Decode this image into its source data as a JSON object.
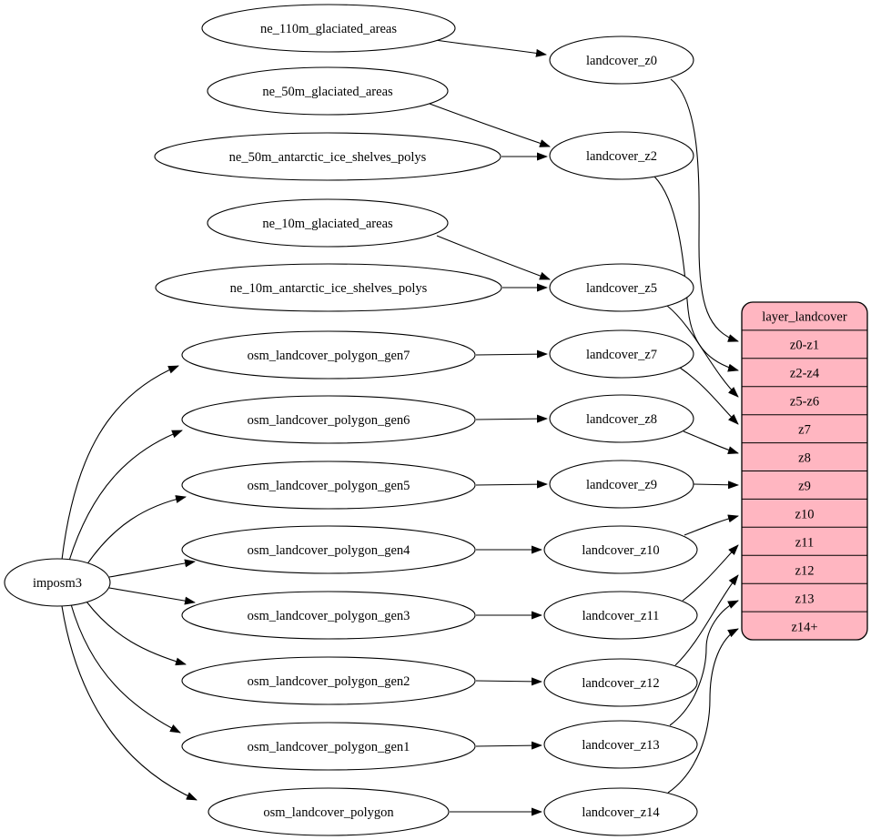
{
  "colors": {
    "background": "#ffffff",
    "node_fill": "#ffffff",
    "stroke": "#000000",
    "table_fill": "#ffb6c1"
  },
  "nodes": {
    "imposm3": "imposm3",
    "ne110": "ne_110m_glaciated_areas",
    "ne50g": "ne_50m_glaciated_areas",
    "ne50a": "ne_50m_antarctic_ice_shelves_polys",
    "ne10g": "ne_10m_glaciated_areas",
    "ne10a": "ne_10m_antarctic_ice_shelves_polys",
    "gen7": "osm_landcover_polygon_gen7",
    "gen6": "osm_landcover_polygon_gen6",
    "gen5": "osm_landcover_polygon_gen5",
    "gen4": "osm_landcover_polygon_gen4",
    "gen3": "osm_landcover_polygon_gen3",
    "gen2": "osm_landcover_polygon_gen2",
    "gen1": "osm_landcover_polygon_gen1",
    "poly": "osm_landcover_polygon",
    "z0": "landcover_z0",
    "z2": "landcover_z2",
    "z5": "landcover_z5",
    "z7": "landcover_z7",
    "z8": "landcover_z8",
    "z9": "landcover_z9",
    "z10": "landcover_z10",
    "z11": "landcover_z11",
    "z12": "landcover_z12",
    "z13": "landcover_z13",
    "z14": "landcover_z14"
  },
  "table": {
    "title": "layer_landcover",
    "rows": [
      "z0-z1",
      "z2-z4",
      "z5-z6",
      "z7",
      "z8",
      "z9",
      "z10",
      "z11",
      "z12",
      "z13",
      "z14+"
    ]
  },
  "edges": [
    {
      "from": "imposm3",
      "to": "osm_landcover_polygon_gen7"
    },
    {
      "from": "imposm3",
      "to": "osm_landcover_polygon_gen6"
    },
    {
      "from": "imposm3",
      "to": "osm_landcover_polygon_gen5"
    },
    {
      "from": "imposm3",
      "to": "osm_landcover_polygon_gen4"
    },
    {
      "from": "imposm3",
      "to": "osm_landcover_polygon_gen3"
    },
    {
      "from": "imposm3",
      "to": "osm_landcover_polygon_gen2"
    },
    {
      "from": "imposm3",
      "to": "osm_landcover_polygon_gen1"
    },
    {
      "from": "imposm3",
      "to": "osm_landcover_polygon"
    },
    {
      "from": "ne_110m_glaciated_areas",
      "to": "landcover_z0"
    },
    {
      "from": "ne_50m_glaciated_areas",
      "to": "landcover_z2"
    },
    {
      "from": "ne_50m_antarctic_ice_shelves_polys",
      "to": "landcover_z2"
    },
    {
      "from": "ne_10m_glaciated_areas",
      "to": "landcover_z5"
    },
    {
      "from": "ne_10m_antarctic_ice_shelves_polys",
      "to": "landcover_z5"
    },
    {
      "from": "osm_landcover_polygon_gen7",
      "to": "landcover_z7"
    },
    {
      "from": "osm_landcover_polygon_gen6",
      "to": "landcover_z8"
    },
    {
      "from": "osm_landcover_polygon_gen5",
      "to": "landcover_z9"
    },
    {
      "from": "osm_landcover_polygon_gen4",
      "to": "landcover_z10"
    },
    {
      "from": "osm_landcover_polygon_gen3",
      "to": "landcover_z11"
    },
    {
      "from": "osm_landcover_polygon_gen2",
      "to": "landcover_z12"
    },
    {
      "from": "osm_landcover_polygon_gen1",
      "to": "landcover_z13"
    },
    {
      "from": "osm_landcover_polygon",
      "to": "landcover_z14"
    },
    {
      "from": "landcover_z0",
      "to": "layer_landcover.z0-z1"
    },
    {
      "from": "landcover_z2",
      "to": "layer_landcover.z2-z4"
    },
    {
      "from": "landcover_z5",
      "to": "layer_landcover.z5-z6"
    },
    {
      "from": "landcover_z7",
      "to": "layer_landcover.z7"
    },
    {
      "from": "landcover_z8",
      "to": "layer_landcover.z8"
    },
    {
      "from": "landcover_z9",
      "to": "layer_landcover.z9"
    },
    {
      "from": "landcover_z10",
      "to": "layer_landcover.z10"
    },
    {
      "from": "landcover_z11",
      "to": "layer_landcover.z11"
    },
    {
      "from": "landcover_z12",
      "to": "layer_landcover.z12"
    },
    {
      "from": "landcover_z13",
      "to": "layer_landcover.z13"
    },
    {
      "from": "landcover_z14",
      "to": "layer_landcover.z14+"
    }
  ]
}
